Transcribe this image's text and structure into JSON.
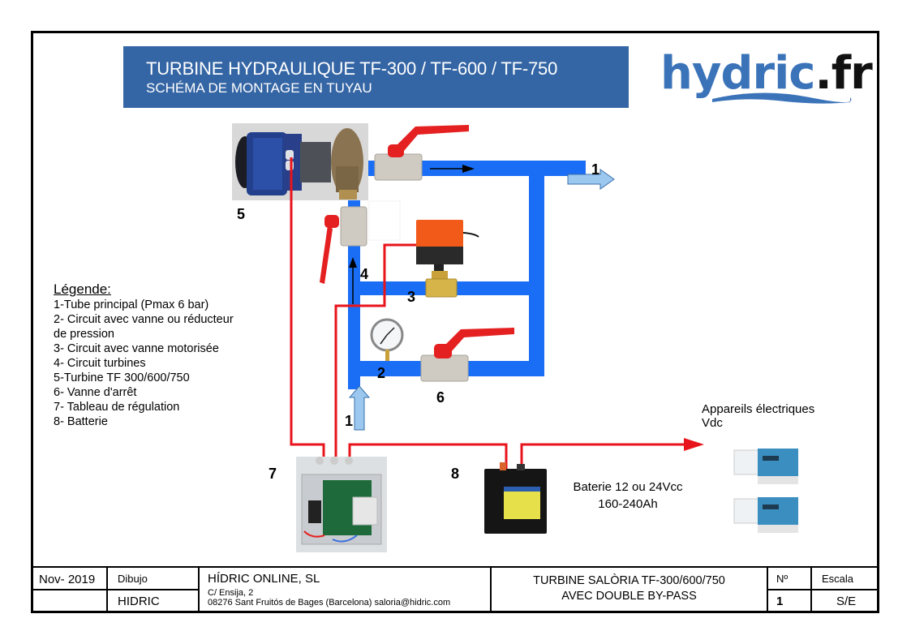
{
  "header": {
    "title_line1": "TURBINE HYDRAULIQUE TF-300 / TF-600 / TF-750",
    "title_line2": "SCHÉMA DE MONTAGE EN TUYAU",
    "title_bg_color": "#3465a4",
    "logo": {
      "main": "hydric",
      "suffix": ".fr",
      "brand_color": "#3b73b9"
    }
  },
  "diagram": {
    "pipe_color": "#1a6ef5",
    "wire_color": "#e8141c",
    "labels": {
      "turbine": "5",
      "circuit_turbines": "4",
      "motor_valve": "3",
      "pressure": "2",
      "inlet": "1",
      "outlet": "1",
      "stop_valve": "6",
      "controller": "7",
      "battery": "8"
    },
    "components": [
      "turbine-photo",
      "ball-valve-top",
      "ball-valve-turbine",
      "motorized-valve",
      "pressure-gauge",
      "ball-valve-bypass",
      "control-panel",
      "battery",
      "electrical-devices"
    ],
    "battery_note_line1": "Baterie 12 ou 24Vcc",
    "battery_note_line2": "160-240Ah",
    "devices_note_line1": "Appareils électriques",
    "devices_note_line2": "Vdc"
  },
  "legend": {
    "heading": "Légende:",
    "items": [
      "1-Tube principal (Pmax 6 bar)",
      "2- Circuit avec vanne ou réducteur",
      "de pression",
      "3- Circuit avec vanne motorisée",
      "4- Circuit turbines",
      "5-Turbine TF 300/600/750",
      "6- Vanne d'arrêt",
      "7- Tableau de régulation",
      "8- Batterie"
    ]
  },
  "title_block": {
    "date": "Nov- 2019",
    "dibujo_label": "Dibujo",
    "dibujo_value": "HIDRIC",
    "company": "HÍDRIC ONLINE, SL",
    "address": "C/ Ensija, 2",
    "city_email": "08276 Sant Fruitós de Bages (Barcelona)  saloria@hidric.com",
    "drawing_title_line1": "TURBINE SALÒRIA TF-300/600/750",
    "drawing_title_line2": "AVEC DOUBLE BY-PASS",
    "number_label": "Nº",
    "number_value": "1",
    "scale_label": "Escala",
    "scale_value": "S/E"
  }
}
